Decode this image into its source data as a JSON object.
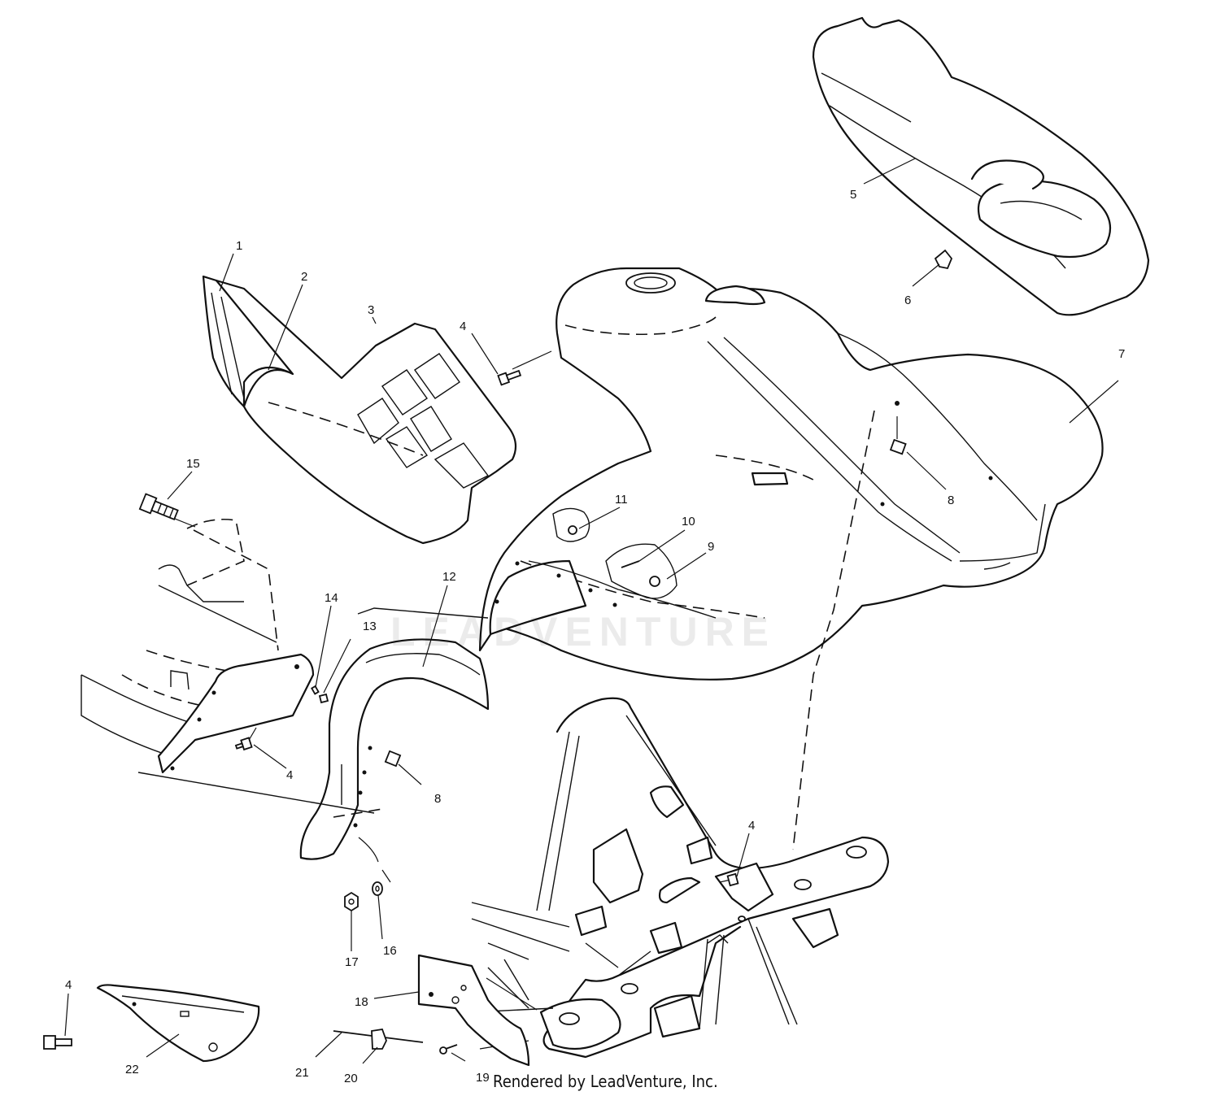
{
  "diagram": {
    "watermark": "LEADVENTURE",
    "credit": "Rendered by LeadVenture, Inc.",
    "callouts": [
      {
        "id": "c1",
        "label": "1"
      },
      {
        "id": "c2",
        "label": "2"
      },
      {
        "id": "c3",
        "label": "3"
      },
      {
        "id": "c4a",
        "label": "4"
      },
      {
        "id": "c5",
        "label": "5"
      },
      {
        "id": "c6",
        "label": "6"
      },
      {
        "id": "c7",
        "label": "7"
      },
      {
        "id": "c8a",
        "label": "8"
      },
      {
        "id": "c9",
        "label": "9"
      },
      {
        "id": "c10",
        "label": "10"
      },
      {
        "id": "c11",
        "label": "11"
      },
      {
        "id": "c12",
        "label": "12"
      },
      {
        "id": "c13",
        "label": "13"
      },
      {
        "id": "c14",
        "label": "14"
      },
      {
        "id": "c15",
        "label": "15"
      },
      {
        "id": "c4b",
        "label": "4"
      },
      {
        "id": "c8b",
        "label": "8"
      },
      {
        "id": "c4c",
        "label": "4"
      },
      {
        "id": "c17",
        "label": "17"
      },
      {
        "id": "c16",
        "label": "16"
      },
      {
        "id": "c18",
        "label": "18"
      },
      {
        "id": "c4d",
        "label": "4"
      },
      {
        "id": "c22",
        "label": "22"
      },
      {
        "id": "c21",
        "label": "21"
      },
      {
        "id": "c20",
        "label": "20"
      },
      {
        "id": "c19",
        "label": "19"
      }
    ]
  }
}
